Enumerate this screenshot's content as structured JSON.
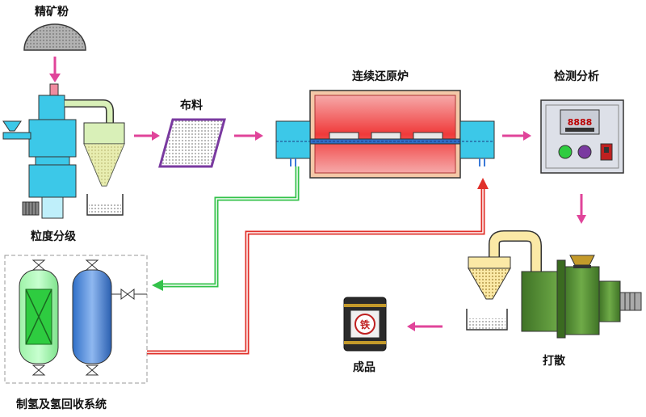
{
  "labels": {
    "concentrate": "精矿粉",
    "grading": "粒度分级",
    "spreading": "布料",
    "furnace": "连续还原炉",
    "analysis": "检测分析",
    "dispersing": "打散",
    "product": "成品",
    "hydrogen_system": "制氢及氢回收系统",
    "iron_mark": "铁",
    "display": "8888"
  },
  "colors": {
    "arrow_pink": "#e0449a",
    "hydrogen_green": "#33c24a",
    "return_red": "#e0302a",
    "equipment_blue": "#3cc8e8",
    "equipment_cream": "#d9f0b8",
    "furnace_red": "#f03a3a",
    "machine_green": "#4f8a2e"
  }
}
